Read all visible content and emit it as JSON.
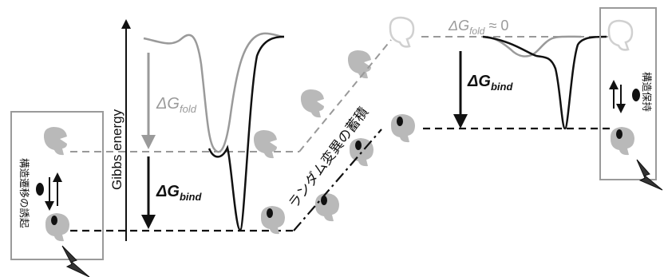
{
  "diagram": {
    "y_axis_label": "Gibbs energy",
    "delta_g_fold_left": {
      "symbol": "ΔG",
      "sub": "fold"
    },
    "delta_g_bind_left": {
      "symbol": "ΔG",
      "sub": "bind"
    },
    "delta_g_fold_right": {
      "symbol": "ΔG",
      "sub": "fold",
      "suffix": " ≈ 0"
    },
    "delta_g_bind_right": {
      "symbol": "ΔG",
      "sub": "bind"
    },
    "mutation_text": "ランダム変異の蓄積",
    "left_box_text": "構造遷移の誘起",
    "right_box_text": "構造保持"
  },
  "colors": {
    "black": "#111111",
    "gray": "#9a9a9a",
    "light_gray": "#c4c4c4",
    "protein_fill": "#b9b9b9",
    "box_border": "#9a9a9a"
  }
}
